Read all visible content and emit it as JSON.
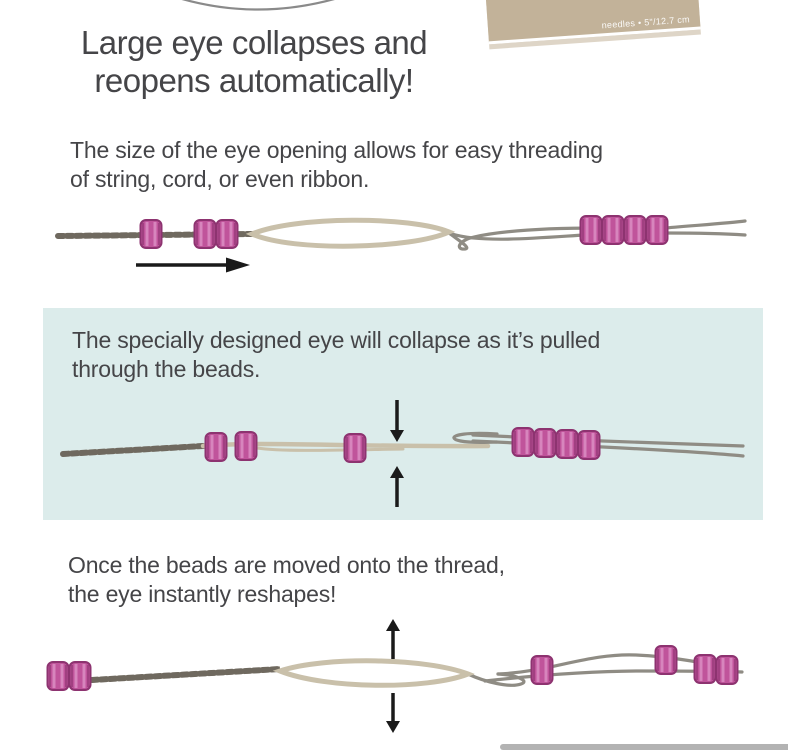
{
  "page": {
    "headline_line1": "Large eye collapses and",
    "headline_line2": "reopens automatically!",
    "package_label": "needles • 5\"/12.7 cm",
    "sections": [
      {
        "text_line1": "The size of the eye opening allows for easy threading",
        "text_line2": "of string, cord, or even ribbon."
      },
      {
        "text_line1": "The specially designed eye will collapse as it’s pulled",
        "text_line2": "through the beads."
      },
      {
        "text_line1": "Once the beads are moved onto the thread,",
        "text_line2": "the eye instantly reshapes!"
      }
    ],
    "colors": {
      "text-dark": "#454548",
      "box-blue": "#dceceb",
      "bead-main": "#c0549b",
      "bead-dark": "#8d3370",
      "bead-light": "#dc8ec3",
      "eye-tan": "#c9c0aa",
      "thread-gray": "#8f8c84",
      "wire-dark": "#6f695f",
      "package-tan": "#c2b299",
      "arc-gray": "#8a8a8a",
      "sliver-gray": "#b3b3b3",
      "arrow-black": "#1a1a1a"
    }
  }
}
